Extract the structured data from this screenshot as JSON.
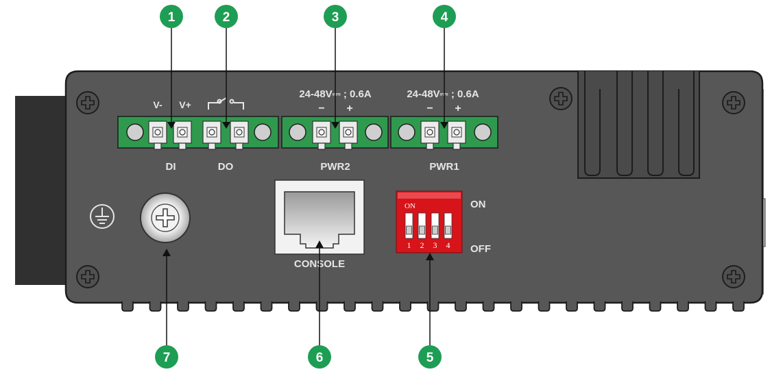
{
  "figure": {
    "callouts": [
      "1",
      "2",
      "3",
      "4",
      "5",
      "6",
      "7"
    ],
    "labels": {
      "v_minus": "V-",
      "v_plus": "V+",
      "di": "DI",
      "do": "DO",
      "pwr2_rating": "24-48V⎓ ; 0.6A",
      "pwr1_rating": "24-48V⎓ ; 0.6A",
      "pwr2_minus": "−",
      "pwr2_plus": "+",
      "pwr1_minus": "−",
      "pwr1_plus": "+",
      "pwr2": "PWR2",
      "pwr1": "PWR1",
      "console": "CONSOLE",
      "switch_on_header": "ON",
      "switch_on": "ON",
      "switch_off": "OFF",
      "dip_numbers": [
        "1",
        "2",
        "3",
        "4"
      ]
    },
    "colors": {
      "callout_green": "#1e9d54",
      "terminal_green": "#2f9a4e",
      "panel_gray": "#575757",
      "dip_red": "#d6141a"
    },
    "icons": [
      "ground-symbol-icon",
      "relay-contact-icon",
      "dc-symbol-icon",
      "screw-icon"
    ]
  }
}
